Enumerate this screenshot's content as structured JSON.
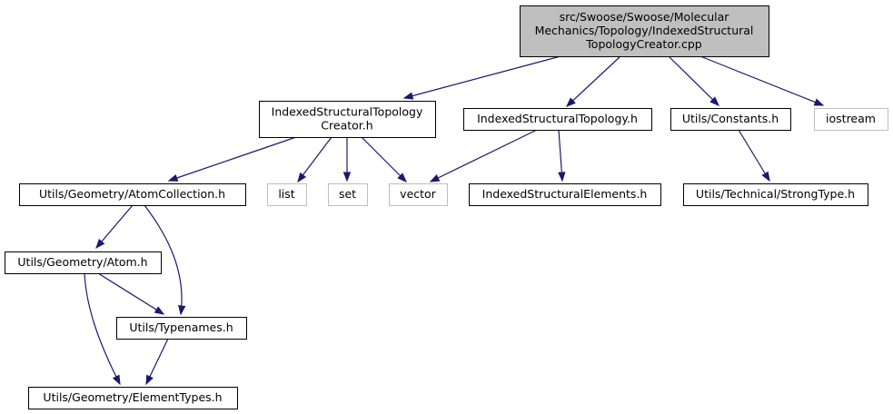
{
  "diagram": {
    "nodes": [
      {
        "id": "root",
        "lines": [
          "src/Swoose/Swoose/Molecular",
          "Mechanics/Topology/IndexedStructural",
          "TopologyCreator.cpp"
        ],
        "style": "root"
      },
      {
        "id": "creator_h",
        "lines": [
          "IndexedStructuralTopology",
          "Creator.h"
        ],
        "style": "normal"
      },
      {
        "id": "topology_h",
        "lines": [
          "IndexedStructuralTopology.h"
        ],
        "style": "normal"
      },
      {
        "id": "constants_h",
        "lines": [
          "Utils/Constants.h"
        ],
        "style": "normal"
      },
      {
        "id": "iostream",
        "lines": [
          "iostream"
        ],
        "style": "external"
      },
      {
        "id": "atomcollection_h",
        "lines": [
          "Utils/Geometry/AtomCollection.h"
        ],
        "style": "normal"
      },
      {
        "id": "list",
        "lines": [
          "list"
        ],
        "style": "external"
      },
      {
        "id": "set",
        "lines": [
          "set"
        ],
        "style": "external"
      },
      {
        "id": "vector",
        "lines": [
          "vector"
        ],
        "style": "external"
      },
      {
        "id": "elements_h",
        "lines": [
          "IndexedStructuralElements.h"
        ],
        "style": "normal"
      },
      {
        "id": "strongtype_h",
        "lines": [
          "Utils/Technical/StrongType.h"
        ],
        "style": "normal"
      },
      {
        "id": "atom_h",
        "lines": [
          "Utils/Geometry/Atom.h"
        ],
        "style": "normal"
      },
      {
        "id": "typenames_h",
        "lines": [
          "Utils/Typenames.h"
        ],
        "style": "normal"
      },
      {
        "id": "elementtypes_h",
        "lines": [
          "Utils/Geometry/ElementTypes.h"
        ],
        "style": "normal"
      }
    ],
    "edges": [
      {
        "from": "root",
        "to": "creator_h"
      },
      {
        "from": "root",
        "to": "topology_h"
      },
      {
        "from": "root",
        "to": "constants_h"
      },
      {
        "from": "root",
        "to": "iostream"
      },
      {
        "from": "creator_h",
        "to": "atomcollection_h"
      },
      {
        "from": "creator_h",
        "to": "list"
      },
      {
        "from": "creator_h",
        "to": "set"
      },
      {
        "from": "creator_h",
        "to": "vector"
      },
      {
        "from": "topology_h",
        "to": "vector"
      },
      {
        "from": "topology_h",
        "to": "elements_h"
      },
      {
        "from": "constants_h",
        "to": "strongtype_h"
      },
      {
        "from": "atomcollection_h",
        "to": "atom_h"
      },
      {
        "from": "atomcollection_h",
        "to": "typenames_h"
      },
      {
        "from": "atom_h",
        "to": "typenames_h"
      },
      {
        "from": "atom_h",
        "to": "elementtypes_h"
      },
      {
        "from": "typenames_h",
        "to": "elementtypes_h"
      }
    ]
  }
}
